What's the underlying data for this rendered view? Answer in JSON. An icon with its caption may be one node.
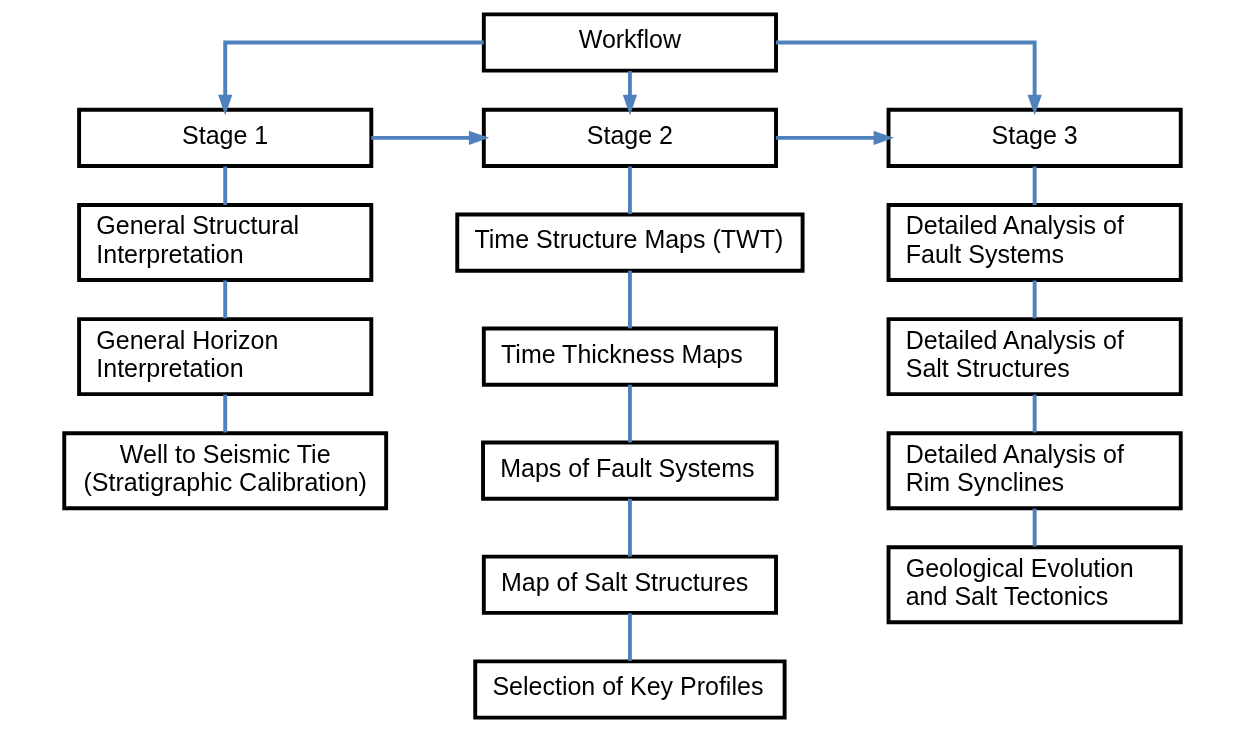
{
  "diagram": {
    "nodes": [
      {
        "text": [
          "Workflow"
        ]
      },
      {
        "text": [
          "Stage 1"
        ]
      },
      {
        "text": [
          "Stage 2"
        ]
      },
      {
        "text": [
          "Stage 3"
        ]
      },
      {
        "text": [
          "General Structural Interpretation"
        ]
      },
      {
        "text": [
          "General Horizon Interpretation"
        ]
      },
      {
        "text": [
          "Well to Seismic Tie (Stratigraphic Calibration)"
        ]
      },
      {
        "text": [
          "Time Structure Maps (TWT)"
        ]
      },
      {
        "text": [
          "Time Thickness Maps"
        ]
      },
      {
        "text": [
          "Maps of Fault Systems"
        ]
      },
      {
        "text": [
          "Map of Salt Structures"
        ]
      },
      {
        "text": [
          "Selection of Key Profiles"
        ]
      },
      {
        "text": [
          "Detailed Analysis of Fault Systems"
        ]
      },
      {
        "text": [
          "Detailed Analysis of Salt Structures"
        ]
      },
      {
        "text": [
          "Detailed Analysis of Rim Synclines"
        ]
      },
      {
        "text": [
          "Geological Evolution and Salt Tectonics"
        ]
      }
    ],
    "edges": [
      {
        "from": 0,
        "to": 1,
        "arrow": "to"
      },
      {
        "from": 0,
        "to": 2,
        "arrow": "to"
      },
      {
        "from": 0,
        "to": 3,
        "arrow": "to"
      },
      {
        "from": 1,
        "to": 2,
        "arrow": "to"
      },
      {
        "from": 2,
        "to": 3,
        "arrow": "to"
      },
      {
        "from": 1,
        "to": 4,
        "arrow": "none"
      },
      {
        "from": 4,
        "to": 5,
        "arrow": "none"
      },
      {
        "from": 5,
        "to": 6,
        "arrow": "none"
      },
      {
        "from": 2,
        "to": 7,
        "arrow": "none"
      },
      {
        "from": 7,
        "to": 8,
        "arrow": "none"
      },
      {
        "from": 8,
        "to": 9,
        "arrow": "none"
      },
      {
        "from": 9,
        "to": 10,
        "arrow": "none"
      },
      {
        "from": 10,
        "to": 11,
        "arrow": "none"
      },
      {
        "from": 3,
        "to": 12,
        "arrow": "none"
      },
      {
        "from": 12,
        "to": 13,
        "arrow": "none"
      },
      {
        "from": 13,
        "to": 14,
        "arrow": "none"
      },
      {
        "from": 14,
        "to": 15,
        "arrow": "none"
      }
    ]
  }
}
